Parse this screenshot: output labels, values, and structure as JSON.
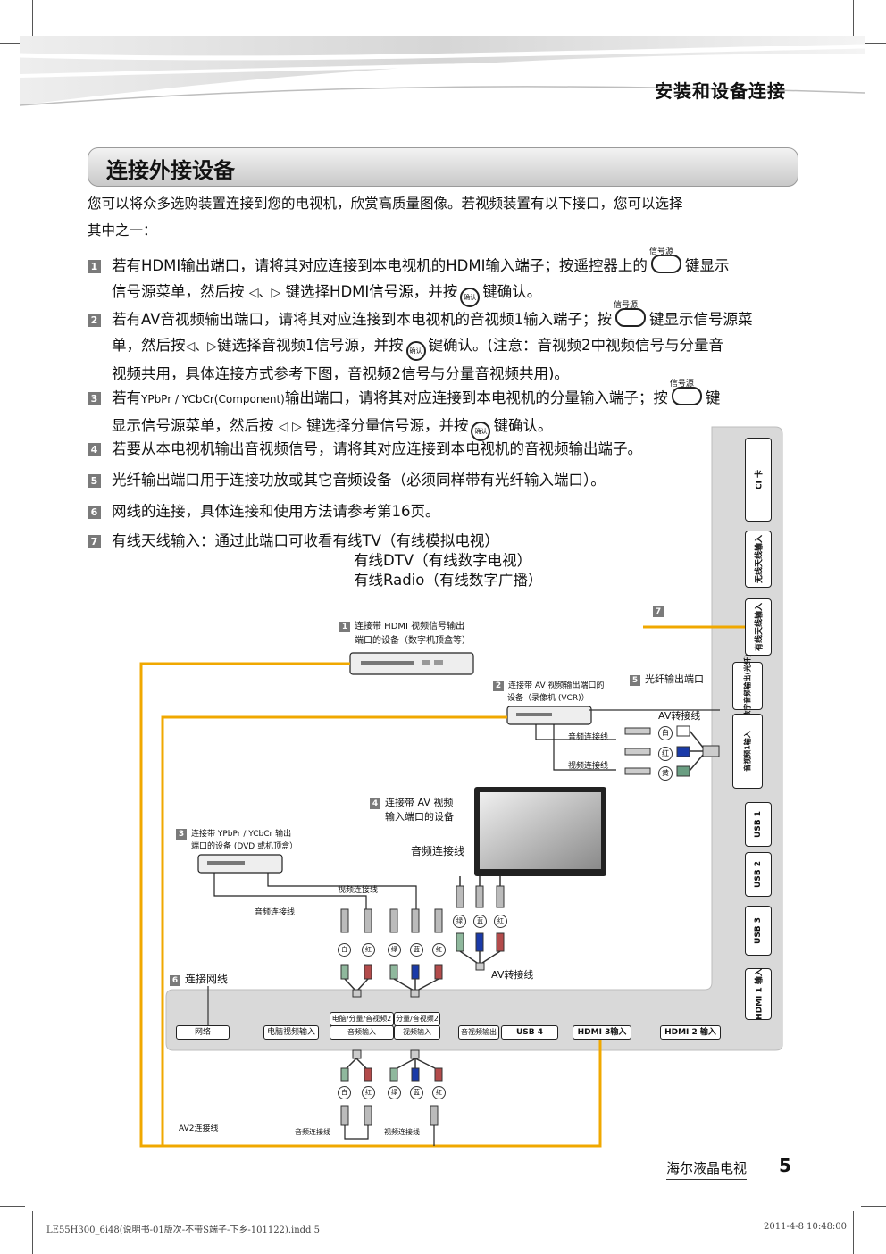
{
  "header": {
    "section": "安装和设备连接"
  },
  "title": "连接外接设备",
  "intro": [
    "您可以将众多选购装置连接到您的电视机，欣赏高质量图像。若视频装置有以下接口，您可以选择",
    "其中之一："
  ],
  "buttons": {
    "source": "信号源",
    "ok": "确认"
  },
  "items": {
    "i1": {
      "n": "1",
      "a": "若有HDMI输出端口，请将其对应连接到本电视机的HDMI输入端子；按遥控器上的",
      "b": "键显示",
      "c": "信号源菜单，然后按",
      "d": "键选择HDMI信号源，并按",
      "e": "键确认。"
    },
    "i2": {
      "n": "2",
      "a": "若有AV音视频输出端口，请将其对应连接到本电视机的音视频1输入端子；按",
      "b": "键显示信号源菜",
      "c": "单，然后按",
      "d": "键选择音视频1信号源，并按",
      "e": "键确认。(注意：音视频2中视频信号与分量音",
      "f": "视频共用，具体连接方式参考下图，音视频2信号与分量音视频共用)。"
    },
    "i3": {
      "n": "3",
      "a": "若有",
      "ypbpr": "YPbPr / YCbCr(Component)",
      "b": "输出端口，请将其对应连接到本电视机的分量输入端子；按",
      "c": "键",
      "d": "显示信号源菜单，然后按",
      "e": "键选择分量信号源，并按",
      "f": "键确认。"
    },
    "i4": {
      "n": "4",
      "text": "若要从本电视机输出音视频信号，请将其对应连接到本电视机的音视频输出端子。"
    },
    "i5": {
      "n": "5",
      "text": "光纤输出端口用于连接功放或其它音频设备（必须同样带有光纤输入端口）。"
    },
    "i6": {
      "n": "6",
      "text": "网线的连接，具体连接和使用方法请参考第16页。"
    },
    "i7": {
      "n": "7",
      "text": "有线天线输入：通过此端口可收看有线TV（有线模拟电视）",
      "l2": "有线DTV（有线数字电视）",
      "l3": "有线Radio（有线数字广播）"
    }
  },
  "diagram": {
    "d1": {
      "n": "1",
      "l1": "连接带 HDMI 视频信号输出",
      "l2": "端口的设备（数字机顶盒等）"
    },
    "d2": {
      "n": "2",
      "l1": "连接带 AV 视频输出端口的",
      "l2": "设备（录像机 (VCR)）"
    },
    "d3": {
      "n": "3",
      "l1": "连接带 YPbPr / YCbCr 输出",
      "l2": "端口的设备 (DVD 或机顶盒）"
    },
    "d4": {
      "n": "4",
      "l1": "连接带 AV 视频",
      "l2": "输入端口的设备"
    },
    "d5": {
      "n": "5",
      "label": "光纤输出端口"
    },
    "d6": {
      "n": "6",
      "label": "连接网线"
    },
    "d7": {
      "n": "7"
    },
    "av_cable": "AV转接线",
    "audio_cable": "音频连接线",
    "video_cable": "视频连接线",
    "av2_cable": "AV2连接线",
    "connectors": {
      "white": "白",
      "red": "红",
      "yellow": "黄",
      "green": "绿",
      "blue": "蓝"
    },
    "side_ports": [
      "CI 卡",
      "无线天线输入",
      "有线天线输入",
      "数字音频输出(光纤)",
      "音视频1输入",
      "USB 1",
      "USB 2",
      "USB 3",
      "HDMI 1 输入"
    ],
    "bottom_ports": [
      "网络",
      "电脑视频输入",
      "电脑/分量/音视频2",
      "音频输入",
      "分量/音视频2",
      "视频输入",
      "音视频输出",
      "USB 4",
      "HDMI 3输入",
      "HDMI 2 输入"
    ]
  },
  "footer": {
    "brand": "海尔液晶电视",
    "page": "5",
    "file": "LE55H300_6i48(说明书-01版次-不带S端子-下乡-101122).indd   5",
    "date": "2011-4-8   10:48:00"
  }
}
